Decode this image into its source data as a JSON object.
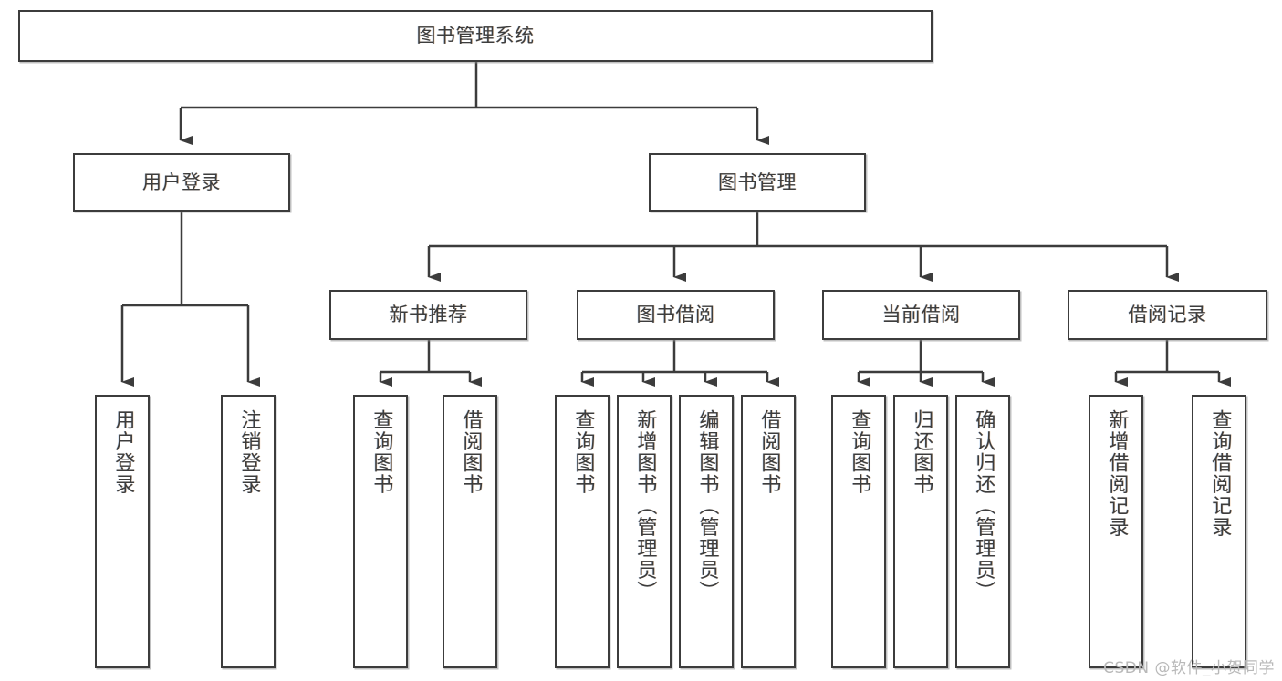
{
  "diagram": {
    "title": "图书管理系统",
    "watermark": "CSDN @软件_小贺同学",
    "stroke_color": "#3c3c3c",
    "text_color": "#3d3d3d",
    "background_color": "#ffffff",
    "watermark_color": "#b9b9b9"
  },
  "nodes": {
    "root": {
      "label": "图书管理系统"
    },
    "level2": [
      {
        "label": "用户登录"
      },
      {
        "label": "图书管理"
      }
    ],
    "level3": [
      {
        "label": "新书推荐"
      },
      {
        "label": "图书借阅"
      },
      {
        "label": "当前借阅"
      },
      {
        "label": "借阅记录"
      }
    ],
    "leaves": {
      "user_login": [
        {
          "label": "用户登录"
        },
        {
          "label": "注销登录"
        }
      ],
      "new_book_recommend": [
        {
          "label": "查询图书"
        },
        {
          "label": "借阅图书"
        }
      ],
      "book_borrow": [
        {
          "label": "查询图书"
        },
        {
          "label": "新增图书（管理员）"
        },
        {
          "label": "编辑图书（管理员）"
        },
        {
          "label": "借阅图书"
        }
      ],
      "current_borrow": [
        {
          "label": "查询图书"
        },
        {
          "label": "归还图书"
        },
        {
          "label": "确认归还（管理员）"
        }
      ],
      "borrow_record": [
        {
          "label": "新增借阅记录"
        },
        {
          "label": "查询借阅记录"
        }
      ]
    }
  }
}
